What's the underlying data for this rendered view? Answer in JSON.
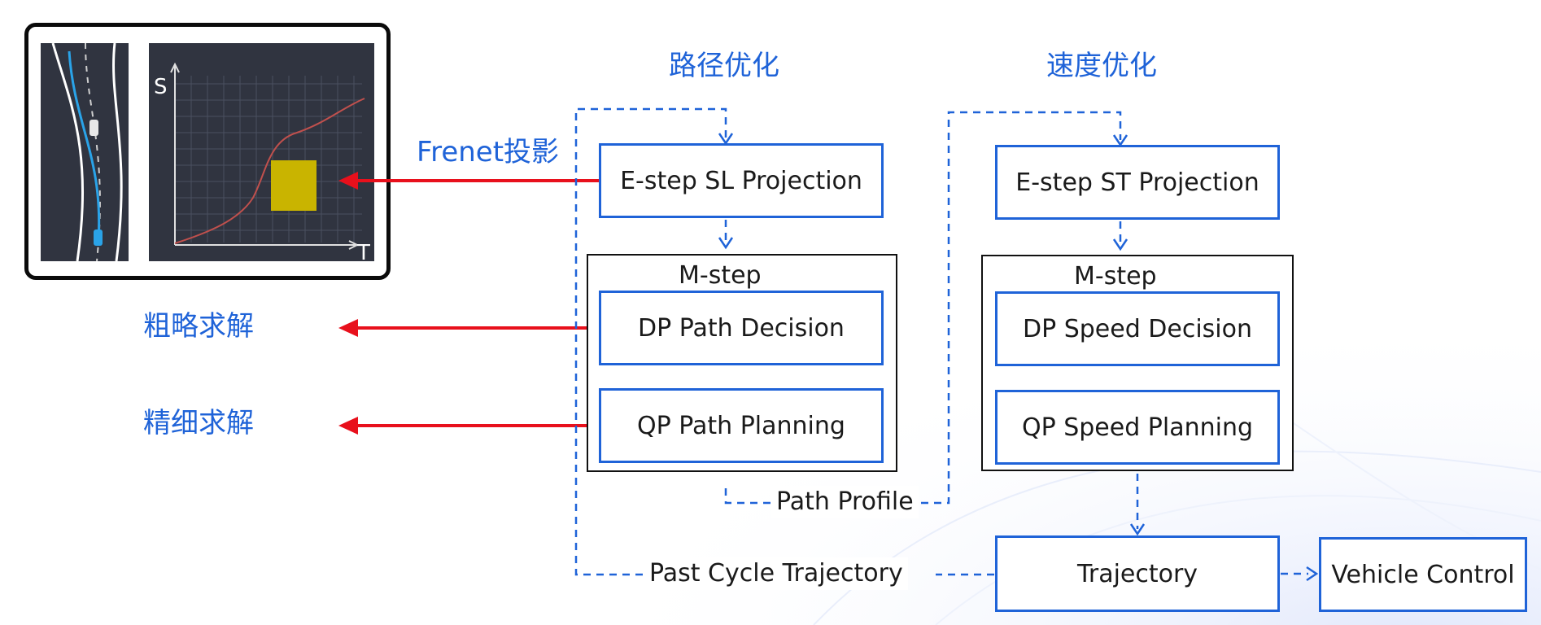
{
  "headers": {
    "path_opt": "路径优化",
    "speed_opt": "速度优化"
  },
  "side_labels": {
    "frenet": "Frenet投影",
    "coarse": "粗略求解",
    "fine": "精细求解"
  },
  "path_column": {
    "estep": "E-step SL Projection",
    "mstep": "M-step",
    "dp": "DP Path Decision",
    "qp": "QP Path Planning"
  },
  "speed_column": {
    "estep": "E-step ST Projection",
    "mstep": "M-step",
    "dp": "DP Speed Decision",
    "qp": "QP Speed Planning"
  },
  "flow_labels": {
    "path_profile": "Path Profile",
    "past_cycle": "Past Cycle Trajectory"
  },
  "outputs": {
    "trajectory": "Trajectory",
    "vehicle_control": "Vehicle Control"
  },
  "figure": {
    "s_axis": "S",
    "t_axis": "T"
  },
  "colors": {
    "accent_blue": "#1f63d8",
    "arrow_red": "#e8101c",
    "obstacle_yellow": "#c9b400",
    "panel_dark": "#303440"
  }
}
